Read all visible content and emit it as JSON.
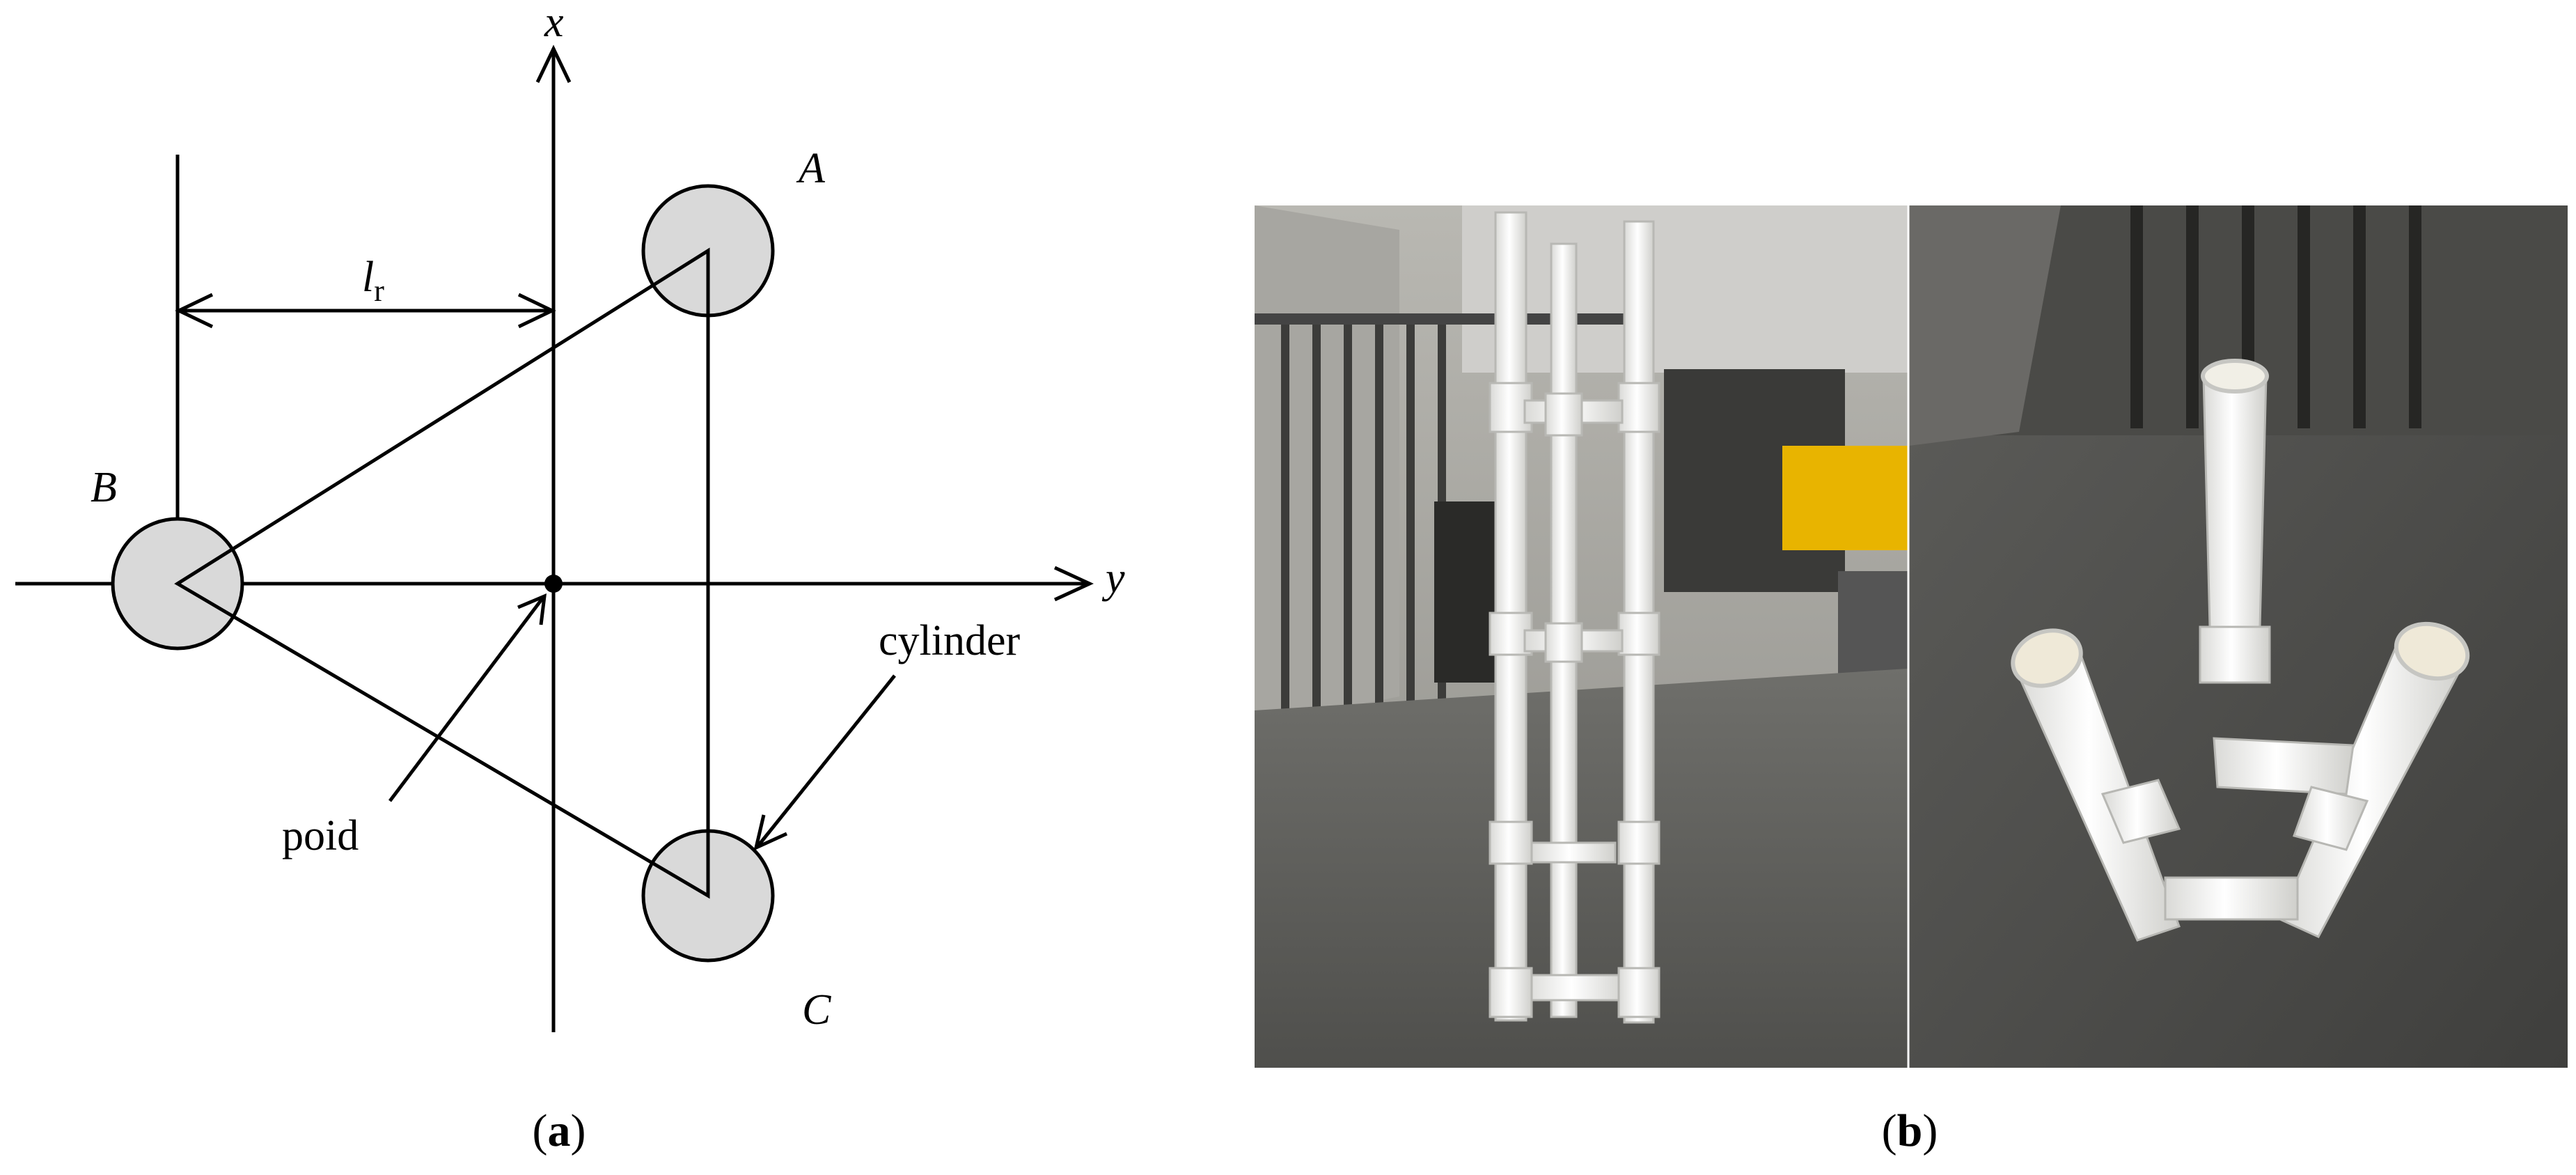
{
  "diagram": {
    "axis_x_label": "x",
    "axis_y_label": "y",
    "length_label_main": "l",
    "length_label_sub": "r",
    "cylinder_labels": {
      "a": "A",
      "b": "B",
      "c": "C"
    },
    "callout_poid": "poid",
    "callout_cylinder": "cylinder",
    "colors": {
      "cylinder_fill": "#d9d9d9",
      "stroke": "#000000"
    }
  },
  "captions": {
    "a_open": "(",
    "a_letter": "a",
    "a_close": ")",
    "b_open": "(",
    "b_letter": "b",
    "b_close": ")"
  },
  "photos": {
    "left": "PVC three-cylinder frame, side view",
    "right": "PVC three-cylinder frame, top-down view"
  }
}
